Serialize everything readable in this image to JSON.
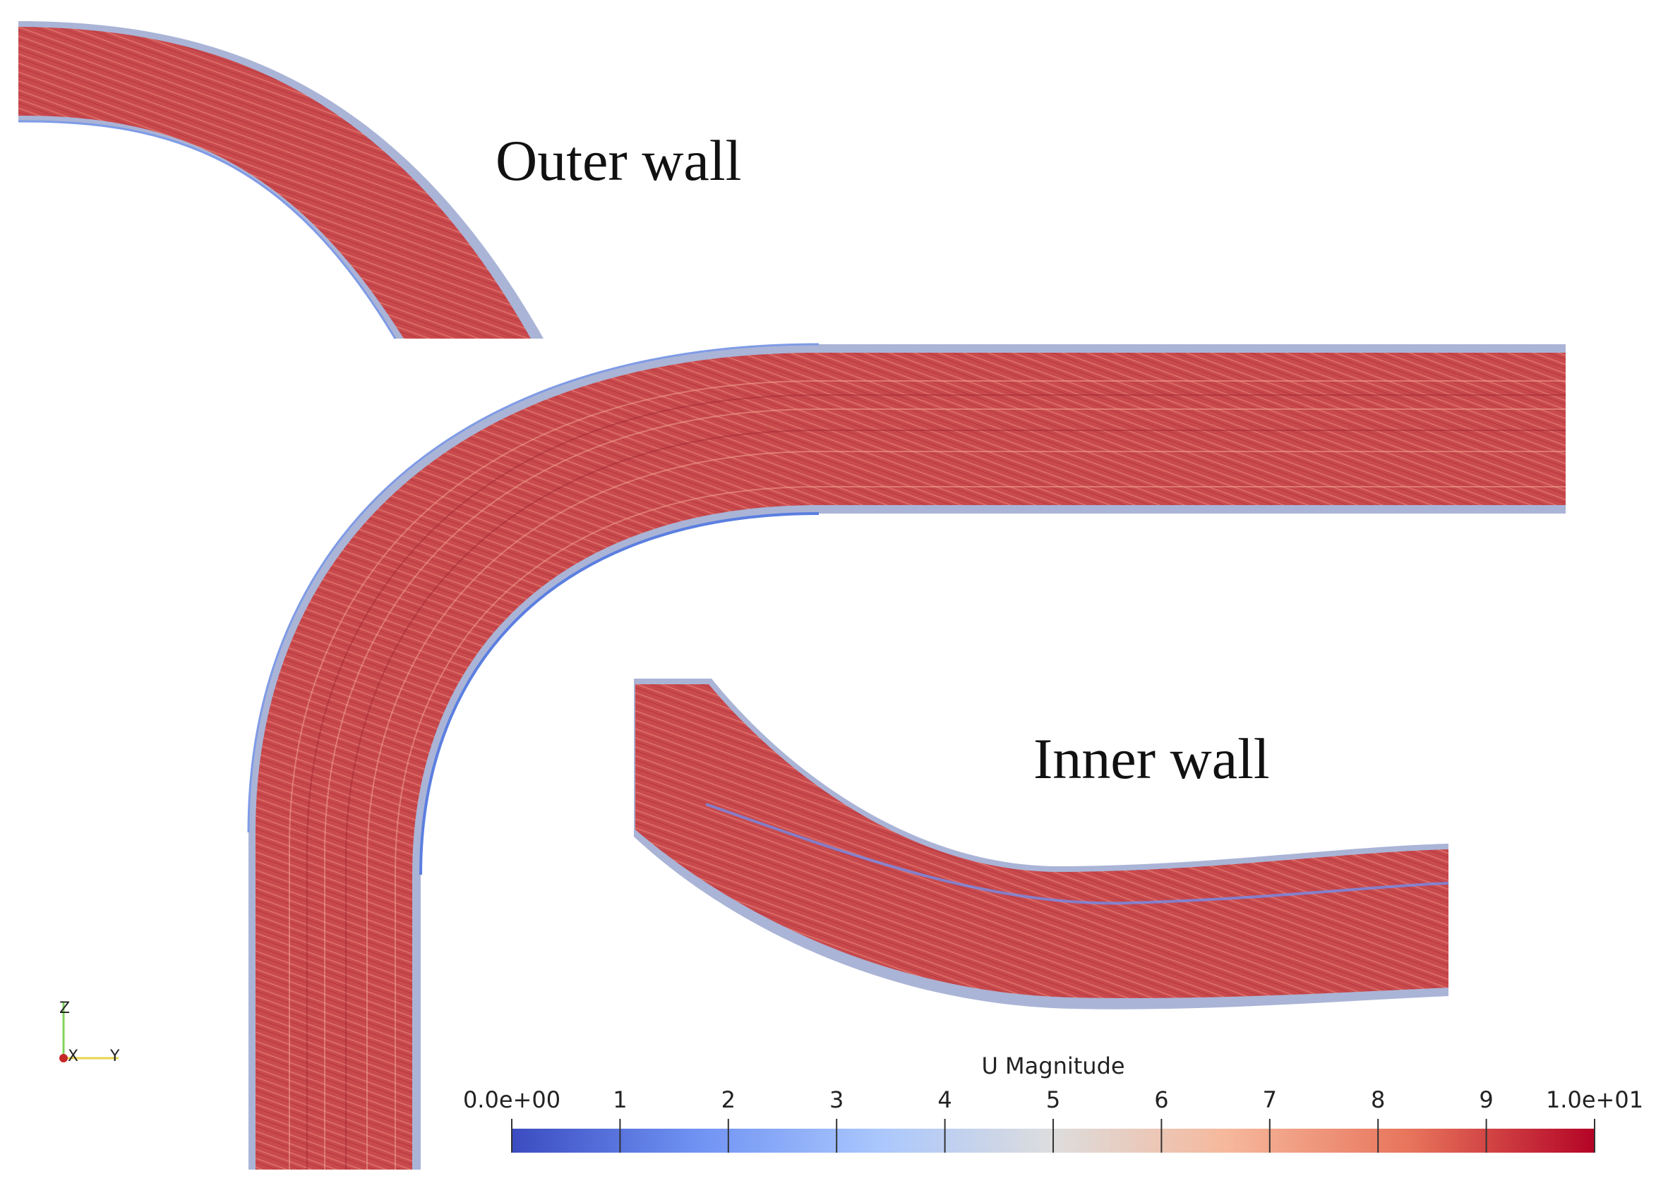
{
  "panels": {
    "outer_label": "Outer wall",
    "inner_label": "Inner wall"
  },
  "colorbar": {
    "title": "U Magnitude",
    "ticks": [
      "0.0e+00",
      "1",
      "2",
      "3",
      "4",
      "5",
      "6",
      "7",
      "8",
      "9",
      "1.0e+01"
    ],
    "range": [
      0,
      10
    ],
    "colormap_stops": [
      "#3b4cc0",
      "#6f92f3",
      "#aac7fd",
      "#dddddd",
      "#f6b89c",
      "#e7745b",
      "#b40426"
    ]
  },
  "axes_triad": {
    "labels": [
      "Z",
      "X",
      "Y"
    ],
    "colors": [
      "#7fd35a",
      "#c62828",
      "#e8d44d"
    ]
  },
  "icons": [
    "axes-triad-icon"
  ]
}
